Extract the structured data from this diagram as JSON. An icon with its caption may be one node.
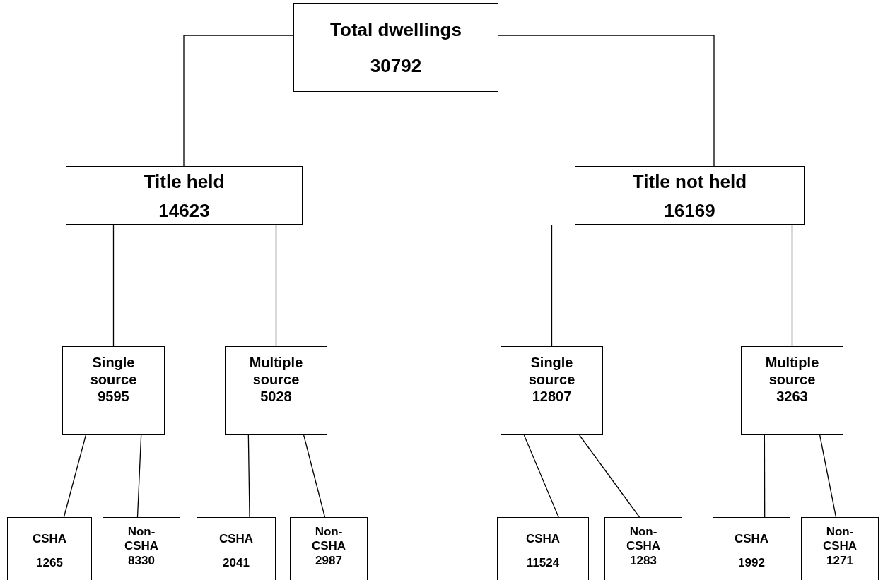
{
  "diagram": {
    "nodes": [
      {
        "text": [
          "Total dwellings",
          "30792"
        ]
      },
      {
        "text": [
          "Title held",
          "14623"
        ]
      },
      {
        "text": [
          "Title not held",
          "16169"
        ]
      },
      {
        "text": [
          "Single source",
          "9595"
        ]
      },
      {
        "text": [
          "Multiple source",
          "5028"
        ]
      },
      {
        "text": [
          "Single source",
          "12807"
        ]
      },
      {
        "text": [
          "Multiple source",
          "3263"
        ]
      },
      {
        "text": [
          "CSHA",
          "1265"
        ]
      },
      {
        "text": [
          "Non-CSHA",
          "8330"
        ]
      },
      {
        "text": [
          "CSHA",
          "2041"
        ]
      },
      {
        "text": [
          "Non-CSHA",
          "2987"
        ]
      },
      {
        "text": [
          "CSHA",
          "11524"
        ]
      },
      {
        "text": [
          "Non-CSHA",
          "1283"
        ]
      },
      {
        "text": [
          "CSHA",
          "1992"
        ]
      },
      {
        "text": [
          "Non-CSHA",
          "1271"
        ]
      }
    ],
    "edges": [
      {
        "from": 0,
        "to": 1,
        "arrow": "none"
      },
      {
        "from": 0,
        "to": 2,
        "arrow": "none"
      },
      {
        "from": 1,
        "to": 3,
        "arrow": "none"
      },
      {
        "from": 1,
        "to": 4,
        "arrow": "none"
      },
      {
        "from": 2,
        "to": 5,
        "arrow": "none"
      },
      {
        "from": 2,
        "to": 6,
        "arrow": "none"
      },
      {
        "from": 3,
        "to": 7,
        "arrow": "none"
      },
      {
        "from": 3,
        "to": 8,
        "arrow": "none"
      },
      {
        "from": 4,
        "to": 9,
        "arrow": "none"
      },
      {
        "from": 4,
        "to": 10,
        "arrow": "none"
      },
      {
        "from": 5,
        "to": 11,
        "arrow": "none"
      },
      {
        "from": 5,
        "to": 12,
        "arrow": "none"
      },
      {
        "from": 6,
        "to": 13,
        "arrow": "none"
      },
      {
        "from": 6,
        "to": 14,
        "arrow": "none"
      }
    ]
  }
}
